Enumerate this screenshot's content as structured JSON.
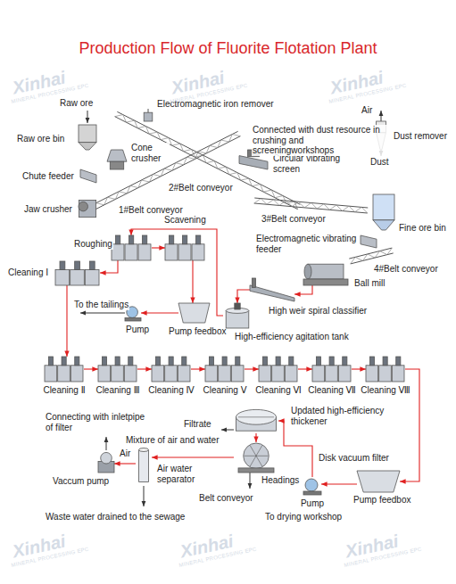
{
  "diagram": {
    "title": "Production Flow of Fluorite Flotation Plant",
    "nodes": [
      {
        "text": [
          "Electromagnetic iron remover"
        ]
      },
      {
        "text": [
          "Raw ore bin"
        ]
      },
      {
        "text": [
          "Dust remover"
        ]
      },
      {
        "text": [
          "Cone crusher"
        ]
      },
      {
        "text": [
          "Circular vibrating screen"
        ]
      },
      {
        "text": [
          "Chute feeder"
        ]
      },
      {
        "text": [
          "Jaw crusher"
        ]
      },
      {
        "text": [
          "Fine ore bin"
        ]
      },
      {
        "text": [
          "Electromagnetic vibrating feeder"
        ]
      },
      {
        "text": [
          "Roughing"
        ]
      },
      {
        "text": [
          "Scavening"
        ]
      },
      {
        "text": [
          "Cleaning Ⅰ"
        ]
      },
      {
        "text": [
          "Ball mill"
        ]
      },
      {
        "text": [
          "High weir spiral classifier"
        ]
      },
      {
        "text": [
          "Pump feedbox"
        ]
      },
      {
        "text": [
          "High-efficiency agitation tank"
        ]
      },
      {
        "text": [
          "Pump"
        ]
      },
      {
        "text": [
          "Cleaning Ⅱ"
        ]
      },
      {
        "text": [
          "Cleaning Ⅲ"
        ]
      },
      {
        "text": [
          "Cleaning Ⅳ"
        ]
      },
      {
        "text": [
          "Cleaning Ⅴ"
        ]
      },
      {
        "text": [
          "Cleaning Ⅵ"
        ]
      },
      {
        "text": [
          "Cleaning Ⅶ"
        ]
      },
      {
        "text": [
          "Cleaning Ⅷ"
        ]
      },
      {
        "text": [
          "Updated high-efficiency thickener"
        ]
      },
      {
        "text": [
          "Vaccum pump"
        ]
      },
      {
        "text": [
          "Air water separator"
        ]
      },
      {
        "text": [
          "Disk vacuum filter"
        ]
      },
      {
        "text": [
          "Pump"
        ]
      },
      {
        "text": [
          "Pump feedbox"
        ]
      }
    ],
    "edges": [
      {
        "from": 15,
        "to": 9,
        "arrow": "to"
      },
      {
        "from": 9,
        "to": 10,
        "arrow": "to"
      },
      {
        "from": 10,
        "to": 14,
        "arrow": "to"
      },
      {
        "from": 14,
        "to": 16,
        "arrow": "to"
      },
      {
        "from": 9,
        "to": 11,
        "arrow": "to"
      },
      {
        "from": 11,
        "to": 17,
        "arrow": "to"
      },
      {
        "from": 17,
        "to": 18,
        "arrow": "to"
      },
      {
        "from": 18,
        "to": 19,
        "arrow": "to"
      },
      {
        "from": 19,
        "to": 20,
        "arrow": "to"
      },
      {
        "from": 20,
        "to": 21,
        "arrow": "to"
      },
      {
        "from": 21,
        "to": 22,
        "arrow": "to"
      },
      {
        "from": 22,
        "to": 23,
        "arrow": "to"
      },
      {
        "from": 23,
        "to": 29,
        "arrow": "to"
      },
      {
        "from": 29,
        "to": 28,
        "arrow": "to"
      },
      {
        "from": 28,
        "to": 24,
        "arrow": "to"
      },
      {
        "from": 24,
        "to": 27,
        "arrow": "to"
      },
      {
        "from": 27,
        "to": 26,
        "arrow": "to"
      },
      {
        "from": 26,
        "to": 25,
        "arrow": "to"
      },
      {
        "from": 12,
        "to": 13,
        "arrow": "to"
      },
      {
        "from": 13,
        "to": 15,
        "arrow": "to"
      }
    ],
    "labels": [
      "Raw ore",
      "Air",
      "Connected with dust resource in crushing and screeningworkshops",
      "Dust",
      "2#Belt conveyor",
      "1#Belt conveyor",
      "3#Belt conveyor",
      "4#Belt conveyor",
      "To the tailings",
      "Connecting with inletpipe of filter",
      "Air",
      "Mixture of air and water",
      "Filtrate",
      "Headings",
      "Belt conveyor",
      "To drying workshop",
      "Waste water drained to the sewage",
      "Xinhai",
      "MINERAL PROCESSING EPC",
      "Xinhai",
      "MINERAL PROCESSING EPC",
      "Xinhai",
      "MINERAL PROCESSING EPC",
      "Xinhai",
      "MINERAL PROCESSING EPC",
      "Xinhai",
      "MINERAL PROCESSING EPC",
      "Xinhai",
      "MINERAL PROCESSING EPC"
    ]
  }
}
